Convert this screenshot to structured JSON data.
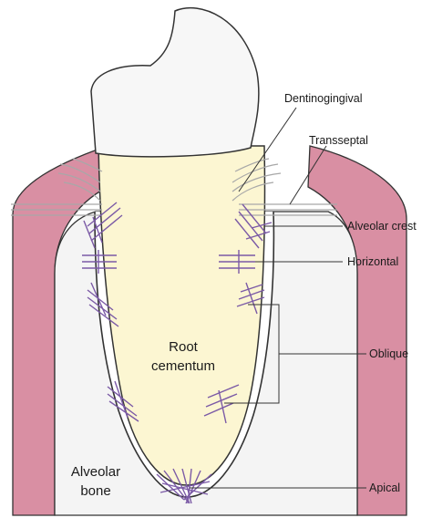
{
  "labels": {
    "dentinogingival": "Dentinogingival",
    "transseptal": "Transseptal",
    "alveolar_crest": "Alveolar crest",
    "horizontal": "Horizontal",
    "oblique": "Oblique",
    "apical": "Apical",
    "root_line1": "Root",
    "root_line2": "cementum",
    "bone_line1": "Alveolar",
    "bone_line2": "bone"
  },
  "colors": {
    "gingiva": "#d98fa3",
    "root": "#fcf6d2",
    "crown": "#f7f7f7",
    "bone": "#f4f4f4",
    "fiber": "#7b5aa6",
    "gingival_fiber": "#a8a8a8",
    "outline": "#333333"
  }
}
